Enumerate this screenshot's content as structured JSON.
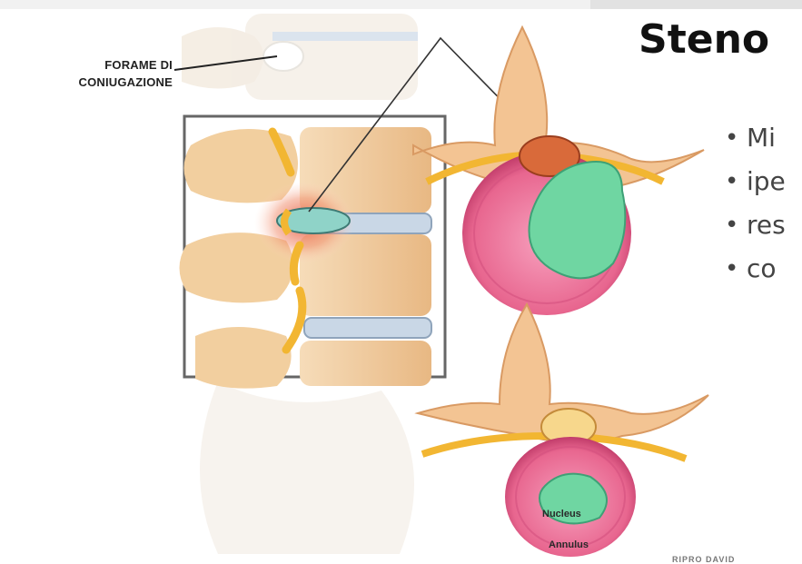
{
  "slide": {
    "title": "Steno",
    "bullets": [
      "Mi",
      "ipe",
      "res",
      "co"
    ]
  },
  "illustration": {
    "label_forame_line1": "FORAME DI",
    "label_forame_line2": "CONIUGAZIONE",
    "label_nucleus": "Nucleus",
    "label_annulus": "Annulus",
    "credit": "RIPRO DAVID"
  },
  "colors": {
    "bone": "#f0c99a",
    "disc": "#e85d8a",
    "nucleus": "#6fd6a2",
    "inflammation": "#e8533b",
    "nerve": "#f2b632"
  }
}
